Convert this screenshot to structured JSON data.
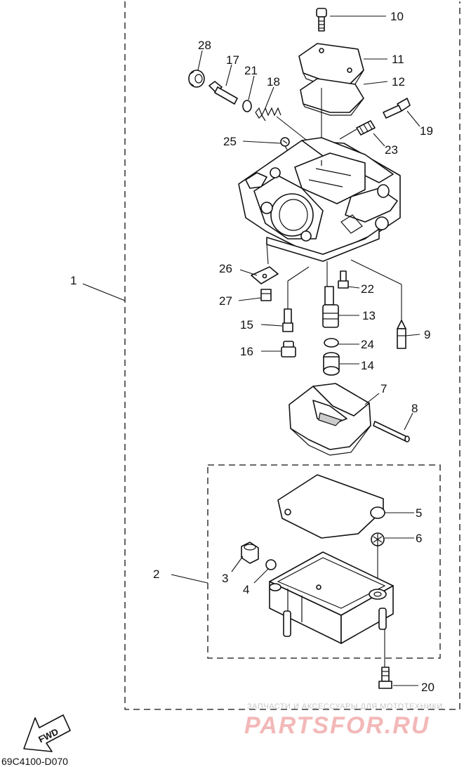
{
  "diagram": {
    "callouts": [
      "1",
      "2",
      "3",
      "4",
      "5",
      "6",
      "7",
      "8",
      "9",
      "10",
      "11",
      "12",
      "13",
      "14",
      "15",
      "16",
      "17",
      "18",
      "19",
      "20",
      "21",
      "22",
      "23",
      "24",
      "25",
      "26",
      "27",
      "28"
    ],
    "fwd_label": "FWD",
    "code": "69C4100-D070"
  },
  "watermark": {
    "line1": "ЗАПЧАСТИ И АКСЕССУАРЫ ДЛЯ МОТОТЕХНИКИ",
    "line2": "PARTSFOR.RU"
  }
}
